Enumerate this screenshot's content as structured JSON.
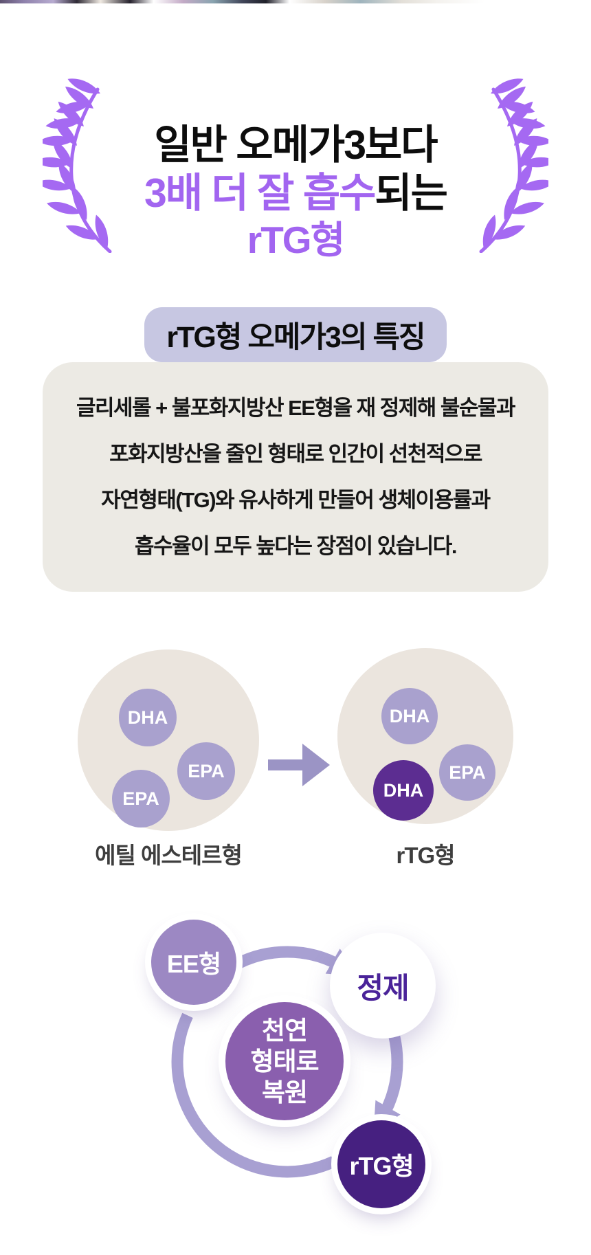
{
  "hero": {
    "title_line1": "일반 오메가3보다",
    "title_line2_highlight": "3배 더 잘 흡수",
    "title_line2_rest": "되는",
    "title_line3": "rTG형"
  },
  "feature": {
    "badge_label": "rTG형 오메가3의 특징",
    "description_lines": [
      "글리세롤 + 불포화지방산 EE형을 재 정제해 불순물과",
      "포화지방산을 줄인 형태로 인간이 선천적으로",
      "자연형태(TG)와 유사하게 만들어 생체이용률과",
      "흡수율이 모두 높다는 장점이 있습니다."
    ]
  },
  "comparison": {
    "left_circle": {
      "bubbles": [
        "DHA",
        "EPA",
        "EPA"
      ],
      "label": "에틸 에스테르형"
    },
    "right_circle": {
      "bubbles": [
        "DHA",
        "EPA",
        "DHA"
      ],
      "label": "rTG형"
    },
    "arrow_icon": "right-arrow"
  },
  "cycle": {
    "step_ee": "EE형",
    "step_refine": "정제",
    "center_lines": [
      "천연",
      "형태로",
      "복원"
    ],
    "step_rtg": "rTG형",
    "flow": [
      "EE형",
      "정제",
      "rTG형",
      "천연 형태로 복원"
    ]
  },
  "colors": {
    "accent_purple": "#a265f0",
    "laurel_purple": "#a569f2",
    "badge_bg": "#c7c7e2",
    "panel_bg": "#eceae4",
    "beige_circle": "#ebe5de",
    "bubble_light": "#a9a1ce",
    "bubble_dark": "#5c2d91",
    "compare_arrow": "#9b94c5",
    "cycle_arc": "#a8a0d2",
    "cycle_ee_bg": "#9c88c3",
    "cycle_center_bg": "#8a5fae",
    "cycle_rtg_bg": "#462080",
    "refine_text": "#4a2399",
    "title_text": "#0d0d0d",
    "label_text": "#3e3e3e"
  }
}
